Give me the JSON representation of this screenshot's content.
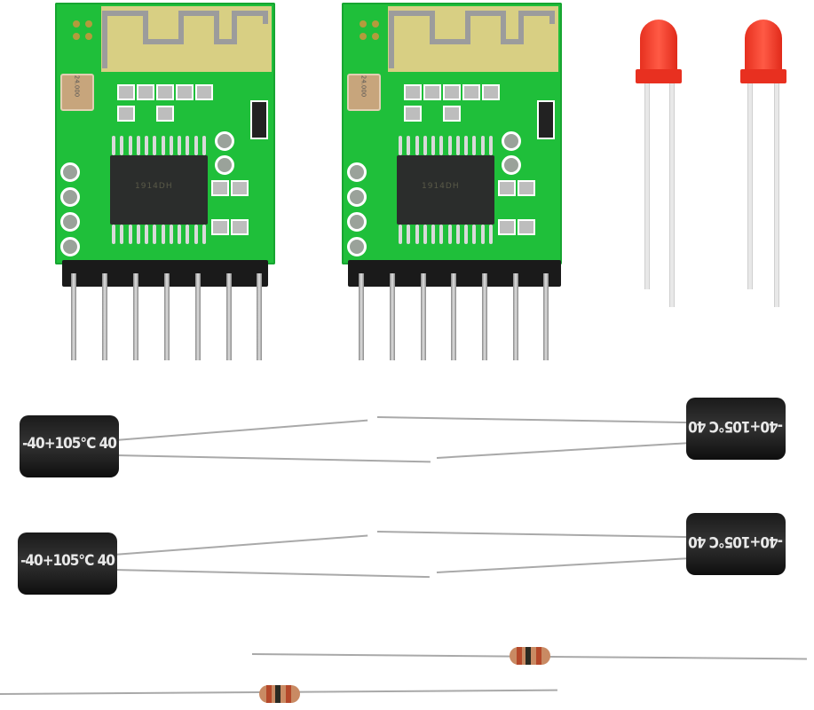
{
  "scene": {
    "description": "Electronic component kit on white background",
    "background_color": "#ffffff"
  },
  "components": {
    "bluetooth_modules": [
      {
        "label": "Bluetooth audio receiver module 1",
        "crystal_marking": "24.000",
        "chip_marking": "1914DH"
      },
      {
        "label": "Bluetooth audio receiver module 2",
        "crystal_marking": "24.000",
        "chip_marking": "1914DH"
      }
    ],
    "leds": [
      {
        "label": "Red LED 1",
        "color": "#e83020"
      },
      {
        "label": "Red LED 2",
        "color": "#e83020"
      }
    ],
    "capacitors": [
      {
        "label": "Electrolytic capacitor 1",
        "marking": "-40+105°C 40"
      },
      {
        "label": "Electrolytic capacitor 2",
        "marking": "-40+105°C 40"
      },
      {
        "label": "Electrolytic capacitor 3",
        "marking": "-40+105°C 40"
      },
      {
        "label": "Electrolytic capacitor 4",
        "marking": "-40+105°C 40"
      }
    ],
    "resistors": [
      {
        "label": "Resistor 1"
      },
      {
        "label": "Resistor 2"
      }
    ],
    "pcb_color": "#1fbf3a",
    "header_pin_count": 7
  }
}
